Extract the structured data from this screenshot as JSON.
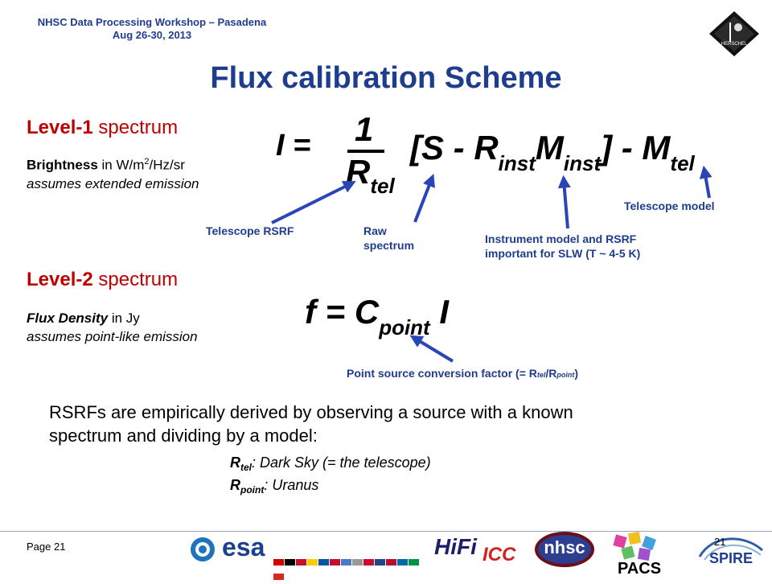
{
  "header": {
    "line1": "NHSC Data Processing Workshop – Pasadena",
    "line2": "Aug 26-30, 2013"
  },
  "title": "Flux calibration Scheme",
  "level1": {
    "heading_bold": "Level-1",
    "heading_rest": " spectrum",
    "desc_bold": "Brightness",
    "desc_rest": " in W/m",
    "desc_sup": "2",
    "desc_rest2": "/Hz/sr",
    "desc_line2": "assumes extended emission"
  },
  "equation1": {
    "lhs": "I =",
    "frac_num": "1",
    "frac_den": "R",
    "frac_den_sub": "tel",
    "bracket_open": "[S - R",
    "sub_inst1": "inst",
    "m_inst": "M",
    "sub_inst2": "inst",
    "bracket_close": "] - M",
    "sub_tel": "tel"
  },
  "annotations": {
    "telescope_rsrf": "Telescope RSRF",
    "raw_spectrum_1": "Raw",
    "raw_spectrum_2": "spectrum",
    "instrument_1": "Instrument model and RSRF",
    "instrument_2": "important for SLW (T ~ 4-5 K)",
    "telescope_model": "Telescope model",
    "point_source_a": "Point source conversion factor (= R",
    "point_source_sub1": "tel",
    "point_source_b": "/R",
    "point_source_sub2": "point",
    "point_source_c": ")"
  },
  "level2": {
    "heading_bold": "Level-2",
    "heading_rest": " spectrum",
    "desc_bold": "Flux Density",
    "desc_rest": " in Jy",
    "desc_line2": "assumes point-like emission"
  },
  "equation2": {
    "lhs": "f = C",
    "sub": "point",
    "rhs": " I"
  },
  "body": {
    "line1": "RSRFs are empirically derived by observing  a source with a known",
    "line2": "spectrum and dividing by a model:",
    "def1_sym": "R",
    "def1_sub": "tel",
    "def1_text": ":     Dark Sky  (= the telescope)",
    "def2_sym": "R",
    "def2_sub": "point",
    "def2_text": ": Uranus"
  },
  "footer": {
    "page": "Page 21",
    "page_number_right": "21",
    "logo_esa": "esa",
    "logo_hifi": "HiFi",
    "logo_icc": "ICC",
    "logo_nhsc": "nhsc",
    "logo_pacs": "PACS",
    "logo_spire": "SPIRE",
    "logo_herschel": "HERSCHEL"
  },
  "colors": {
    "title_blue": "#1f3d8f",
    "level_red": "#c00000",
    "arrow_blue": "#2a45b8"
  }
}
